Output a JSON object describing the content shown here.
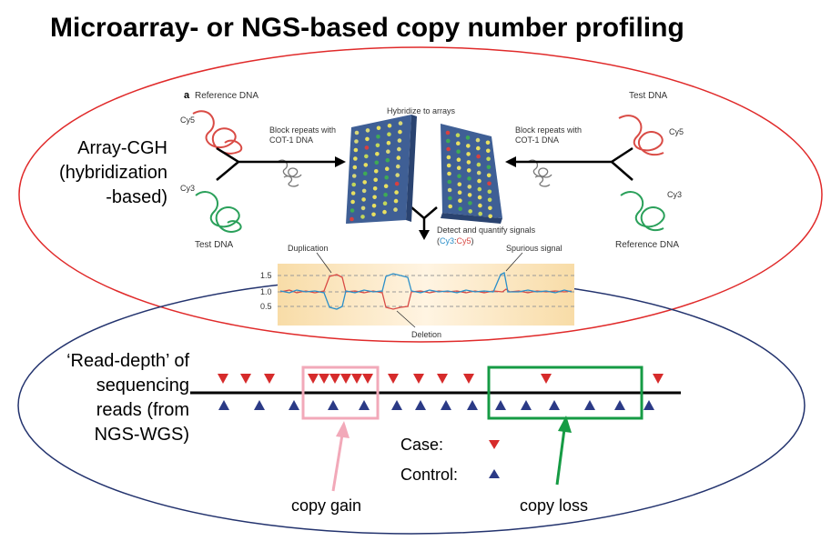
{
  "title": "Microarray- or NGS-based copy number profiling",
  "array_label": [
    "Array-CGH",
    "(hybridization",
    "-based)"
  ],
  "read_label": [
    "‘Read-depth’ of",
    "sequencing",
    "reads (from",
    "NGS-WGS)"
  ],
  "figure": {
    "panel": "a",
    "ref_dna_left": "Reference DNA",
    "test_dna_right": "Test DNA",
    "cy5": "Cy5",
    "cy3": "Cy3",
    "test_dna_left": "Test DNA",
    "ref_dna_right": "Reference DNA",
    "block_left": [
      "Block repeats with",
      "COT-1 DNA"
    ],
    "block_right": [
      "Block repeats with",
      "COT-1 DNA"
    ],
    "hybridize": "Hybridize to arrays",
    "detect": "Detect and quantify signals",
    "ratio_open": "(",
    "ratio_cy3": "Cy3",
    "ratio_sep": ":",
    "ratio_cy5": "Cy5",
    "ratio_close": ")",
    "duplication": "Duplication",
    "spurious": "Spurious signal",
    "deletion": "Deletion",
    "ticks": [
      "1.5",
      "1.0",
      "0.5"
    ]
  },
  "legend": {
    "case": "Case:",
    "control": "Control:"
  },
  "annotations": {
    "gain": "copy gain",
    "loss": "copy loss"
  },
  "colors": {
    "case": "#d62b2b",
    "control": "#2b3a86",
    "gain_box": "#f2a9b9",
    "loss_box": "#169b44",
    "ellipse_top": "#e02a2a",
    "ellipse_bottom": "#23336e"
  }
}
